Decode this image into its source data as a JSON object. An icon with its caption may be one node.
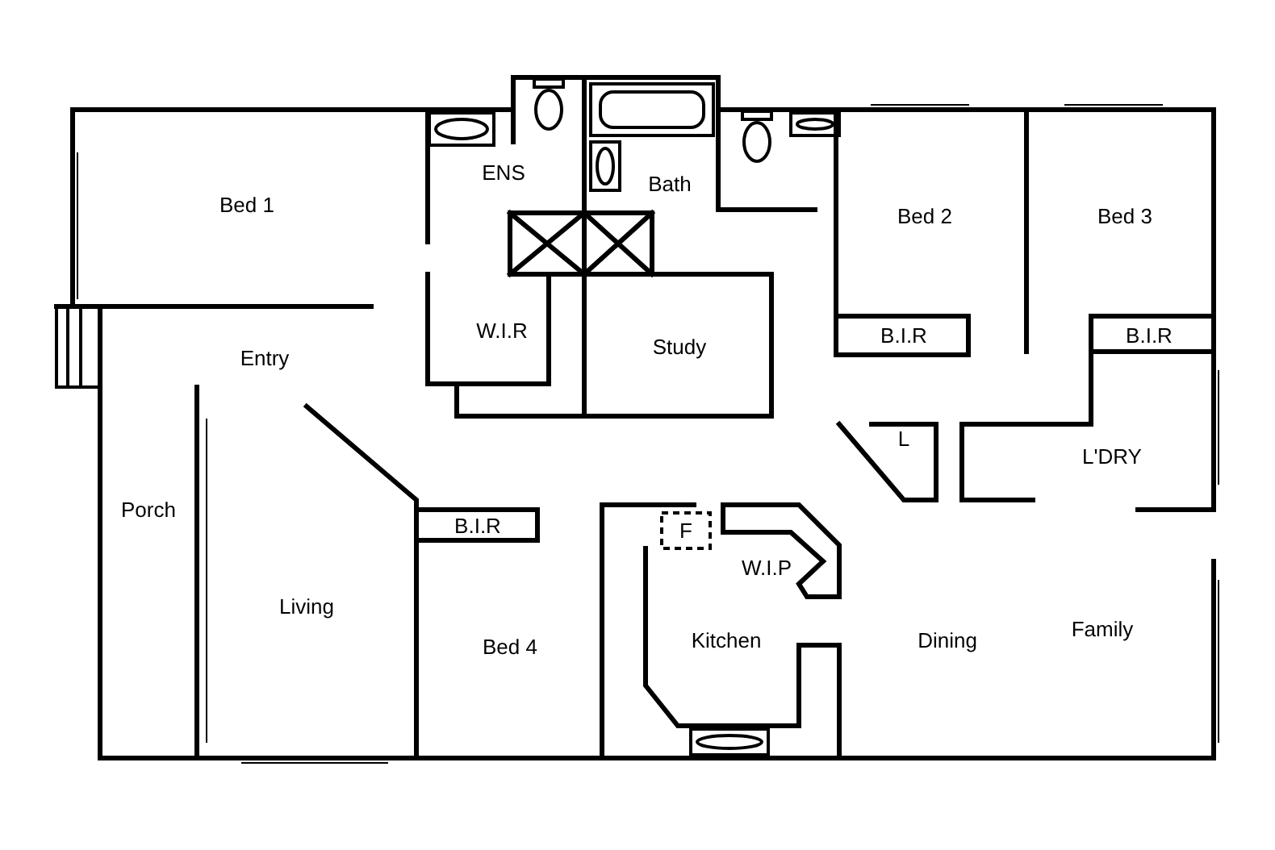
{
  "diagram": {
    "labels": [
      "Bed 1",
      "ENS",
      "Bath",
      "Bed 2",
      "Bed 3",
      "W.I.R",
      "Study",
      "B.I.R",
      "B.I.R",
      "Entry",
      "L",
      "L'DRY",
      "Porch",
      "Living",
      "B.I.R",
      "Bed 4",
      "F",
      "W.I.P",
      "Kitchen",
      "Dining",
      "Family"
    ]
  }
}
